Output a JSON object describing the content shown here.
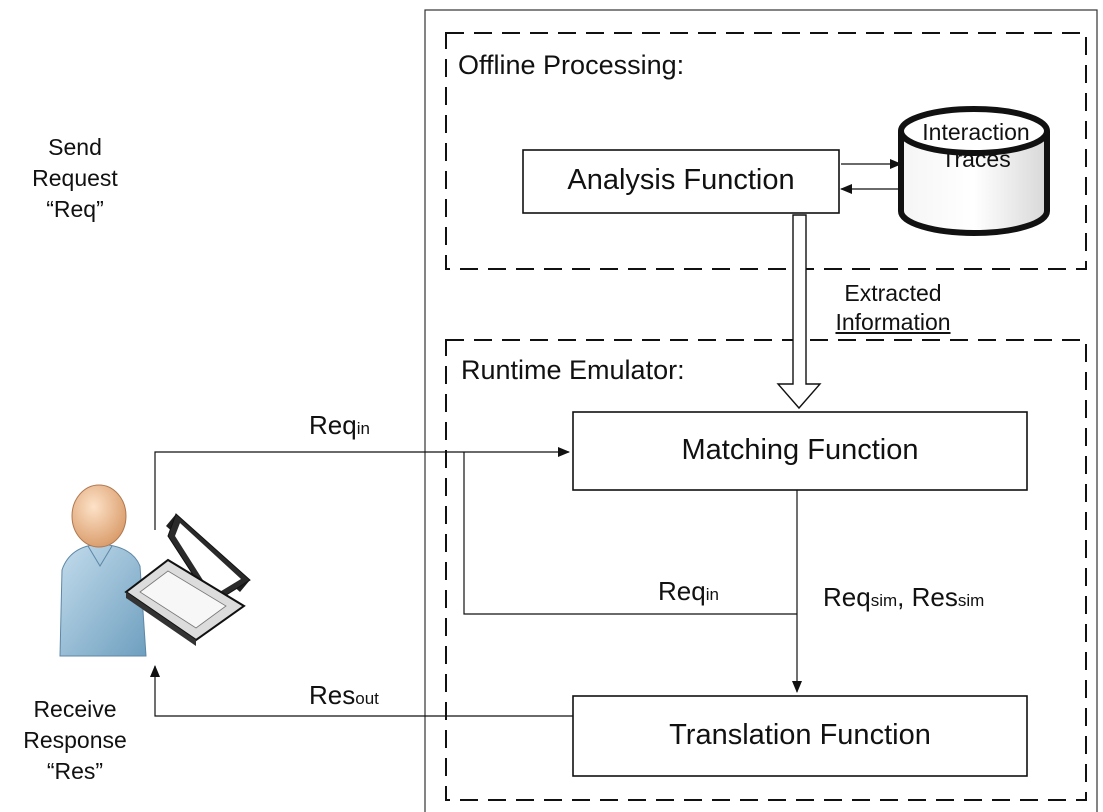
{
  "regions": {
    "offline_title": "Offline Processing:",
    "runtime_title": "Runtime Emulator:"
  },
  "boxes": {
    "analysis": "Analysis Function",
    "matching": "Matching Function",
    "translation": "Translation Function"
  },
  "database": {
    "line1": "Interaction",
    "line2": "Traces"
  },
  "extracted": {
    "line1": "Extracted",
    "line2": "Information"
  },
  "client": {
    "send": [
      "Send",
      "Request",
      "“Req”"
    ],
    "receive": [
      "Receive",
      "Response",
      "“Res”"
    ]
  },
  "arrows": {
    "req_in_top": {
      "base": "Req",
      "sub": "in"
    },
    "req_in_mid": {
      "base": "Req",
      "sub": "in"
    },
    "req_sim": {
      "base": "Req",
      "sub": "sim"
    },
    "separator": ", ",
    "res_sim": {
      "base": "Res",
      "sub": "sim"
    },
    "res_out": {
      "base": "Res",
      "sub": "out"
    }
  },
  "colors": {
    "line": "#111111",
    "person_head": "#f0c39a",
    "person_body": "#9fc6df",
    "laptop": "#222222",
    "db_side": "#e3e3e3"
  }
}
